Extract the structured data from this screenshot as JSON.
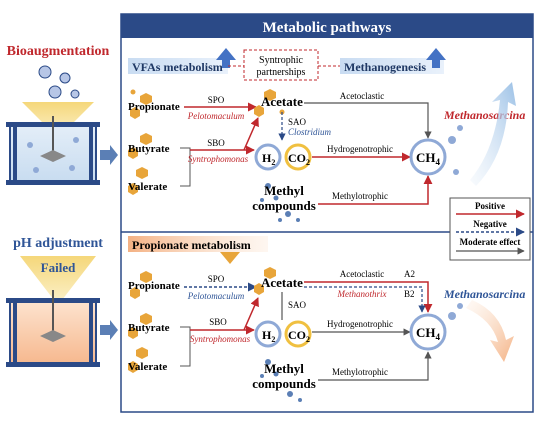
{
  "header": {
    "title": "Metabolic pathways"
  },
  "left": {
    "bioaugmentation": "Bioaugmentation",
    "ph_adjustment": "pH adjustment",
    "failed": "Failed"
  },
  "top": {
    "vfa_label": "VFAs metabolism",
    "syntrophic_line1": "Syntrophic",
    "syntrophic_line2": "partnerships",
    "methanogenesis": "Methanogenesis",
    "propionate": "Propionate",
    "butyrate": "Butyrate",
    "valerate": "Valerate",
    "spo": "SPO",
    "pelotomaculum": "Pelotomaculum",
    "sbo": "SBO",
    "syntrophomonas": "Syntrophomonas",
    "acetate": "Acetate",
    "sao": "SAO",
    "clostridium": "Clostridium",
    "h2": "H",
    "co2": "CO",
    "sub2": "2",
    "methyl1": "Methyl",
    "methyl2": "compounds",
    "acetoclastic": "Acetoclastic",
    "hydrogenotrophic": "Hydrogenotrophic",
    "methylotrophic": "Methylotrophic",
    "ch4": "CH",
    "sub4": "4",
    "methanosarcina": "Methanosarcina"
  },
  "legend": {
    "positive": "Positive",
    "negative": "Negative",
    "moderate": "Moderate effect"
  },
  "bottom": {
    "propionate_metabolism": "Propionate metabolism",
    "propionate": "Propionate",
    "butyrate": "Butyrate",
    "valerate": "Valerate",
    "spo": "SPO",
    "pelotomaculum": "Pelotomaculum",
    "sbo": "SBO",
    "syntrophomonas": "Syntrophomonas",
    "acetate": "Acetate",
    "sao": "SAO",
    "h2": "H",
    "co2": "CO",
    "sub2": "2",
    "methyl1": "Methyl",
    "methyl2": "compounds",
    "acetoclastic": "Acetoclastic",
    "a2": "A2",
    "b2": "B2",
    "methanothrix": "Methanothrix",
    "hydrogenotrophic": "Hydrogenotrophic",
    "methylotrophic": "Methylotrophic",
    "ch4": "CH",
    "sub4": "4",
    "methanosarcina": "Methanosarcina"
  },
  "colors": {
    "navy": "#2b4a87",
    "red": "#c0282d",
    "blue_text": "#2f5597",
    "gold": "#e8a53a"
  }
}
